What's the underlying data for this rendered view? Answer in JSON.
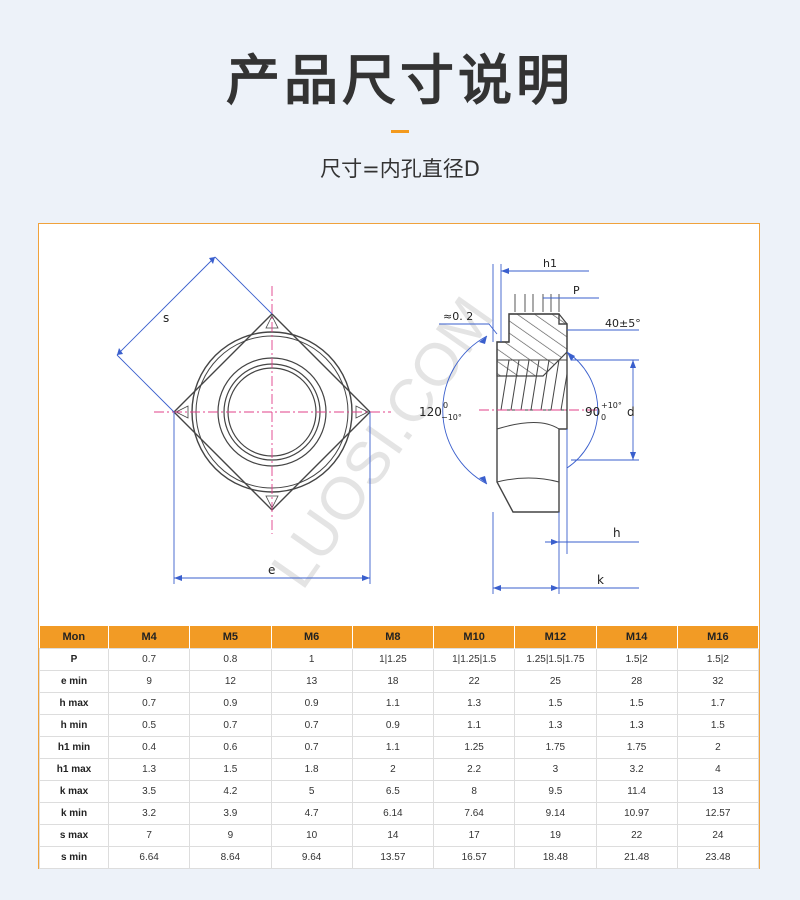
{
  "header": {
    "title": "产品尺寸说明",
    "subtitle": "尺寸=内孔直径D",
    "accent_color": "#f39a1e"
  },
  "drawing": {
    "watermark": "LUOSI.COM",
    "labels": {
      "s": "s",
      "e": "e",
      "h1": "h1",
      "P": "P",
      "approx": "≈0. 2",
      "chamfer": "40±5°",
      "angle_left": "120",
      "angle_left_upper": "0",
      "angle_left_lower": "−10°",
      "angle_right": "90",
      "angle_right_upper": "+10°",
      "angle_right_lower": "0",
      "d": "d",
      "h": "h",
      "k": "k"
    }
  },
  "table": {
    "header_color": "#f29b25",
    "columns": [
      "Mon",
      "M4",
      "M5",
      "M6",
      "M8",
      "M10",
      "M12",
      "M14",
      "M16"
    ],
    "rows": [
      {
        "label": "P",
        "values": [
          "0.7",
          "0.8",
          "1",
          "1|1.25",
          "1|1.25|1.5",
          "1.25|1.5|1.75",
          "1.5|2",
          "1.5|2"
        ]
      },
      {
        "label": "e min",
        "values": [
          "9",
          "12",
          "13",
          "18",
          "22",
          "25",
          "28",
          "32"
        ]
      },
      {
        "label": "h max",
        "values": [
          "0.7",
          "0.9",
          "0.9",
          "1.1",
          "1.3",
          "1.5",
          "1.5",
          "1.7"
        ]
      },
      {
        "label": "h min",
        "values": [
          "0.5",
          "0.7",
          "0.7",
          "0.9",
          "1.1",
          "1.3",
          "1.3",
          "1.5"
        ]
      },
      {
        "label": "h1 min",
        "values": [
          "0.4",
          "0.6",
          "0.7",
          "1.1",
          "1.25",
          "1.75",
          "1.75",
          "2"
        ]
      },
      {
        "label": "h1 max",
        "values": [
          "1.3",
          "1.5",
          "1.8",
          "2",
          "2.2",
          "3",
          "3.2",
          "4"
        ]
      },
      {
        "label": "k max",
        "values": [
          "3.5",
          "4.2",
          "5",
          "6.5",
          "8",
          "9.5",
          "11.4",
          "13"
        ]
      },
      {
        "label": "k min",
        "values": [
          "3.2",
          "3.9",
          "4.7",
          "6.14",
          "7.64",
          "9.14",
          "10.97",
          "12.57"
        ]
      },
      {
        "label": "s max",
        "values": [
          "7",
          "9",
          "10",
          "14",
          "17",
          "19",
          "22",
          "24"
        ]
      },
      {
        "label": "s min",
        "values": [
          "6.64",
          "8.64",
          "9.64",
          "13.57",
          "16.57",
          "18.48",
          "21.48",
          "23.48"
        ]
      }
    ]
  }
}
